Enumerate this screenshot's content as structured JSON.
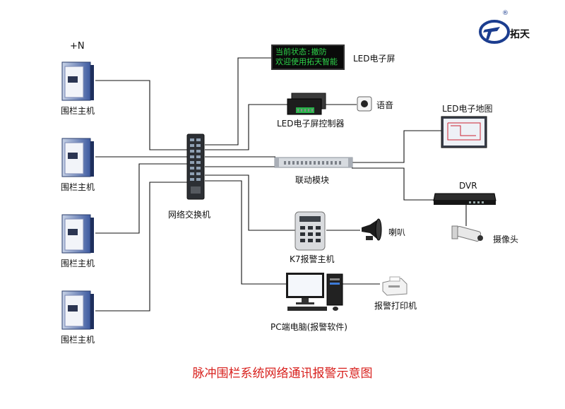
{
  "diagram": {
    "title": "脉冲围栏系统网络通讯报警示意图",
    "brand": {
      "name": "拓天",
      "registered_mark": "®",
      "logo_icon": "tuotian-logo-icon"
    },
    "left_column": {
      "top_marker": "+N",
      "hosts": [
        "围栏主机",
        "围栏主机",
        "围栏主机",
        "围栏主机"
      ]
    },
    "switch": {
      "label": "网络交换机"
    },
    "led_screen": {
      "label": "LED电子屏",
      "display_line1": "当前状态:撤防",
      "display_line2": "欢迎使用拓天智能",
      "display_color": "#2ed34a"
    },
    "led_controller": {
      "label": "LED电子屏控制器"
    },
    "speaker_voice": {
      "label": "语音"
    },
    "linkage_module": {
      "label": "联动模块"
    },
    "led_map": {
      "label": "LED电子地图"
    },
    "dvr": {
      "label": "DVR"
    },
    "camera": {
      "label": "摄像头"
    },
    "k7_panel": {
      "label": "K7报警主机"
    },
    "horn": {
      "label": "喇叭"
    },
    "pc": {
      "label": "PC端电脑(报警软件)"
    },
    "printer": {
      "label": "报警打印机"
    },
    "colors": {
      "title": "#d8211e",
      "brand_blue": "#1b3d8f",
      "line": "#111111"
    }
  }
}
